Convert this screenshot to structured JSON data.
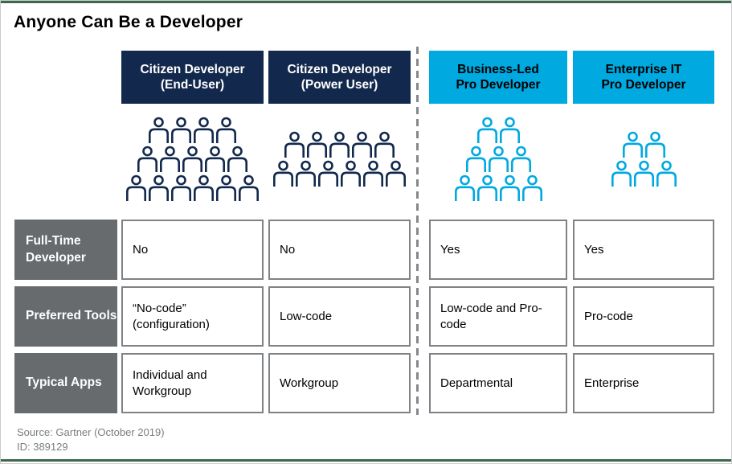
{
  "title": "Anyone Can Be a Developer",
  "colors": {
    "navy": "#12294d",
    "blue": "#00a9e0",
    "row_header_gray": "#676b6e",
    "cell_border_gray": "#7f8284",
    "accent_bar_green": "#3e684d",
    "divider_gray": "#85888b",
    "footer_text_gray": "#7a7d80"
  },
  "chart_data": {
    "type": "table",
    "title": "Anyone Can Be a Developer",
    "columns": [
      {
        "header_line1": "Citizen Developer",
        "header_line2": "(End-User)",
        "theme": "navy",
        "people_rows": [
          4,
          5,
          6
        ],
        "people_count": 15
      },
      {
        "header_line1": "Citizen Developer",
        "header_line2": "(Power User)",
        "theme": "navy",
        "people_rows": [
          5,
          6
        ],
        "people_count": 11
      },
      {
        "header_line1": "Business-Led",
        "header_line2": "Pro Developer",
        "theme": "blue",
        "people_rows": [
          2,
          3,
          4
        ],
        "people_count": 9
      },
      {
        "header_line1": "Enterprise IT",
        "header_line2": "Pro Developer",
        "theme": "blue",
        "people_rows": [
          2,
          3
        ],
        "people_count": 5
      }
    ],
    "rows": [
      {
        "label": "Full-Time Developer",
        "values": [
          "No",
          "No",
          "Yes",
          "Yes"
        ]
      },
      {
        "label": "Preferred Tools",
        "values": [
          "“No-code” (configuration)",
          "Low-code",
          "Low-code and Pro-code",
          "Pro-code"
        ]
      },
      {
        "label": "Typical Apps",
        "values": [
          "Individual and Workgroup",
          "Workgroup",
          "Departmental",
          "Enterprise"
        ]
      }
    ],
    "layout_hints": {
      "divider": "dashed vertical line between citizen-developer and pro-developer columns"
    }
  },
  "footer": {
    "source": "Source: Gartner (October 2019)",
    "id": "ID: 389129"
  }
}
